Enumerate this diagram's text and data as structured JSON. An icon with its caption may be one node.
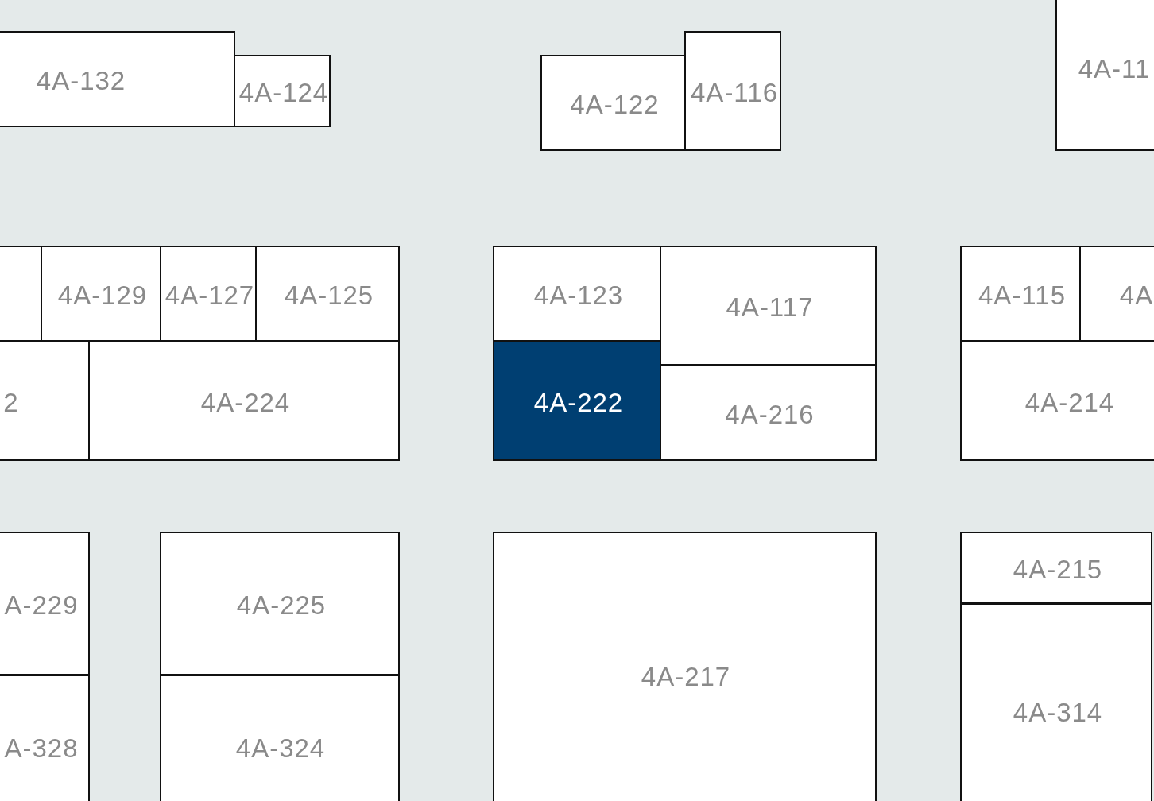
{
  "diagram": {
    "nodes": [
      {
        "text": [
          "4A-132"
        ]
      },
      {
        "text": [
          "4A-124"
        ]
      },
      {
        "text": [
          "4A-122"
        ]
      },
      {
        "text": [
          "4A-116"
        ]
      },
      {
        "text": [
          "4A-11"
        ]
      },
      {
        "text": [],
        "shape": "box"
      },
      {
        "text": [
          "4A-129"
        ]
      },
      {
        "text": [
          "4A-127"
        ]
      },
      {
        "text": [
          "4A-125"
        ]
      },
      {
        "text": [
          "4A-123"
        ]
      },
      {
        "text": [
          "4A-117"
        ]
      },
      {
        "text": [
          "4A-115"
        ]
      },
      {
        "text": [
          "4A"
        ]
      },
      {
        "text": [
          "2"
        ]
      },
      {
        "text": [
          "4A-224"
        ]
      },
      {
        "text": [
          "4A-222"
        ]
      },
      {
        "text": [
          "4A-216"
        ]
      },
      {
        "text": [
          "4A-214"
        ]
      },
      {
        "text": [
          "A-229"
        ]
      },
      {
        "text": [
          "4A-225"
        ]
      },
      {
        "text": [
          "4A-217"
        ]
      },
      {
        "text": [
          "4A-215"
        ]
      },
      {
        "text": [
          "A-328"
        ]
      },
      {
        "text": [
          "4A-324"
        ]
      },
      {
        "text": [
          "4A-314"
        ]
      }
    ]
  }
}
